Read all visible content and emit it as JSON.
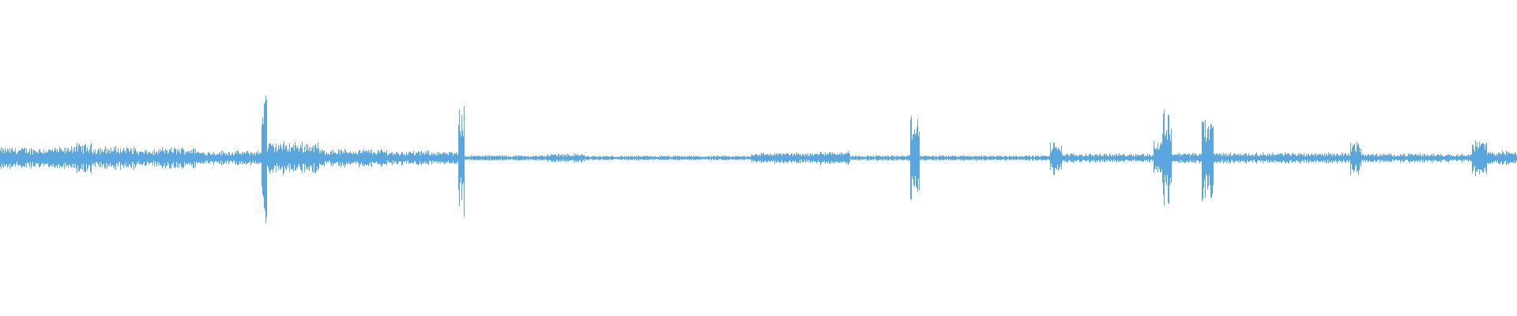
{
  "waveform": {
    "color": "#5aa7e0",
    "background": "#ffffff",
    "description_visible_text": "",
    "amplitude_envelope": {
      "baseline_level": 0.03,
      "segments": [
        {
          "start": 0.0,
          "end": 0.045,
          "level": 0.12
        },
        {
          "start": 0.045,
          "end": 0.06,
          "level": 0.16
        },
        {
          "start": 0.06,
          "end": 0.09,
          "level": 0.13
        },
        {
          "start": 0.09,
          "end": 0.105,
          "level": 0.09
        },
        {
          "start": 0.105,
          "end": 0.13,
          "level": 0.12
        },
        {
          "start": 0.13,
          "end": 0.172,
          "level": 0.08
        },
        {
          "start": 0.172,
          "end": 0.176,
          "level": 0.85
        },
        {
          "start": 0.176,
          "end": 0.21,
          "level": 0.18
        },
        {
          "start": 0.21,
          "end": 0.255,
          "level": 0.1
        },
        {
          "start": 0.255,
          "end": 0.29,
          "level": 0.08
        },
        {
          "start": 0.29,
          "end": 0.302,
          "level": 0.07
        },
        {
          "start": 0.302,
          "end": 0.306,
          "level": 0.7
        },
        {
          "start": 0.306,
          "end": 0.36,
          "level": 0.03
        },
        {
          "start": 0.36,
          "end": 0.385,
          "level": 0.05
        },
        {
          "start": 0.385,
          "end": 0.495,
          "level": 0.025
        },
        {
          "start": 0.495,
          "end": 0.54,
          "level": 0.06
        },
        {
          "start": 0.54,
          "end": 0.56,
          "level": 0.08
        },
        {
          "start": 0.56,
          "end": 0.6,
          "level": 0.03
        },
        {
          "start": 0.6,
          "end": 0.606,
          "level": 0.45
        },
        {
          "start": 0.606,
          "end": 0.692,
          "level": 0.03
        },
        {
          "start": 0.692,
          "end": 0.7,
          "level": 0.18
        },
        {
          "start": 0.7,
          "end": 0.76,
          "level": 0.05
        },
        {
          "start": 0.76,
          "end": 0.766,
          "level": 0.2
        },
        {
          "start": 0.766,
          "end": 0.772,
          "level": 0.55
        },
        {
          "start": 0.772,
          "end": 0.792,
          "level": 0.06
        },
        {
          "start": 0.792,
          "end": 0.8,
          "level": 0.45
        },
        {
          "start": 0.8,
          "end": 0.89,
          "level": 0.06
        },
        {
          "start": 0.89,
          "end": 0.897,
          "level": 0.18
        },
        {
          "start": 0.897,
          "end": 0.97,
          "level": 0.05
        },
        {
          "start": 0.97,
          "end": 0.98,
          "level": 0.2
        },
        {
          "start": 0.98,
          "end": 1.0,
          "level": 0.08
        }
      ]
    }
  }
}
